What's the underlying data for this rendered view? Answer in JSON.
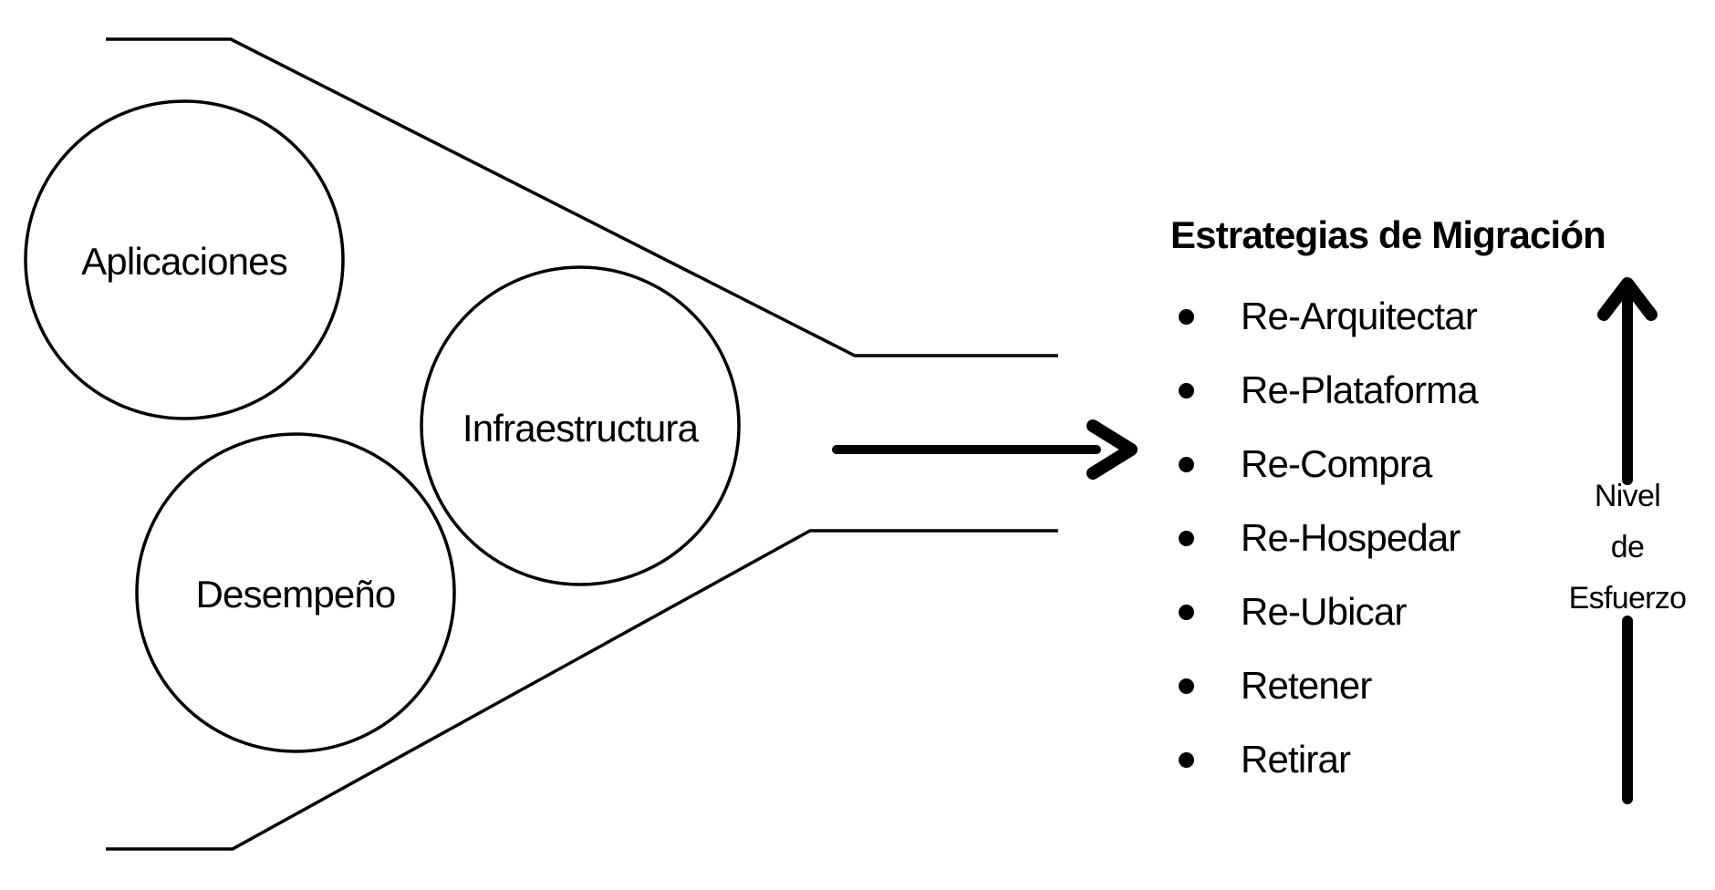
{
  "funnel": {
    "circles": [
      {
        "label": "Aplicaciones"
      },
      {
        "label": "Infraestructura"
      },
      {
        "label": "Desempeño"
      }
    ]
  },
  "strategies": {
    "title": "Estrategias de Migración",
    "items": [
      "Re-Arquitectar",
      "Re-Plataforma",
      "Re-Compra",
      "Re-Hospedar",
      "Re-Ubicar",
      "Retener",
      "Retirar"
    ]
  },
  "effort_axis": {
    "label": "Nivel de Esfuerzo",
    "label_lines": [
      "Nivel",
      "de",
      "Esfuerzo"
    ]
  },
  "colors": {
    "ink": "#000000",
    "background": "#ffffff"
  }
}
